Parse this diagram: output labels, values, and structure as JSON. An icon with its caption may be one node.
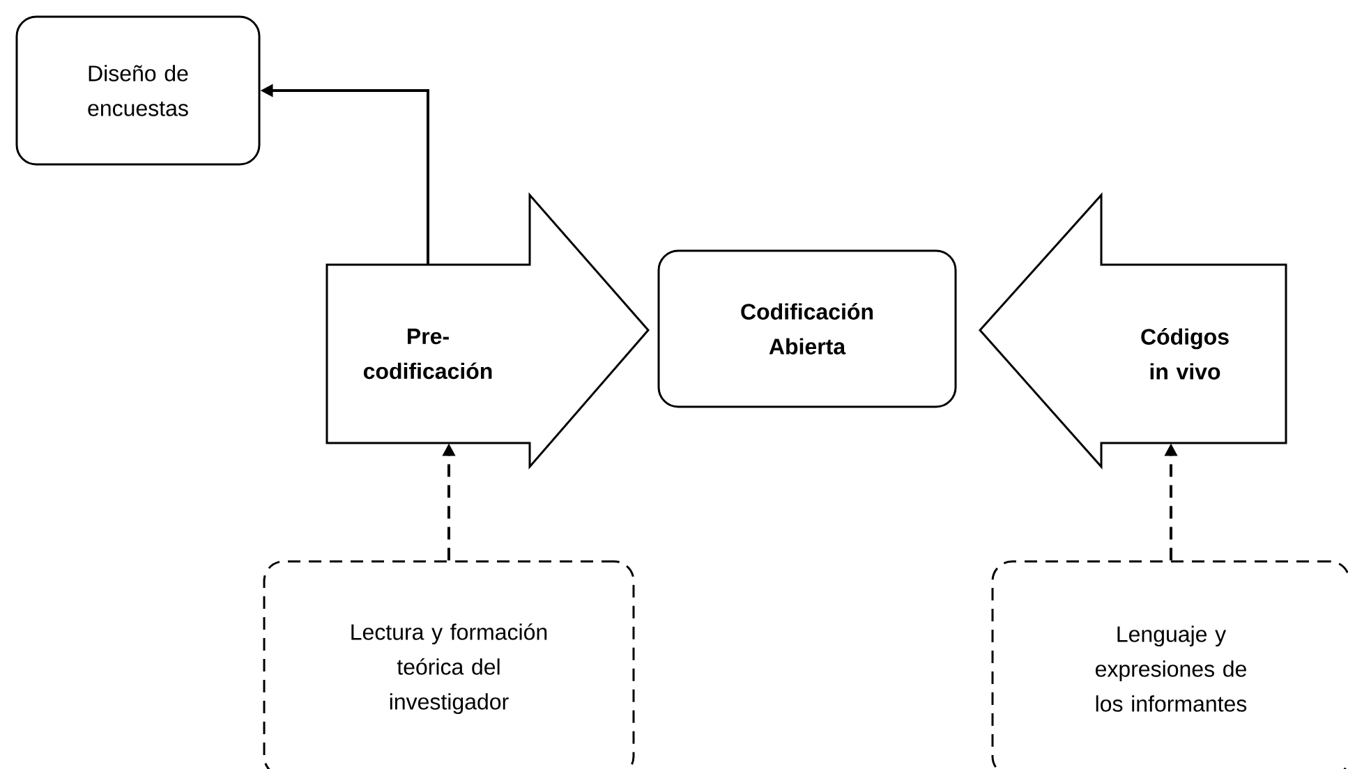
{
  "diagram": {
    "nodes": [
      {
        "text": [
          "Diseño de encuestas"
        ]
      },
      {
        "text": [
          "Pre-codificación"
        ]
      },
      {
        "text": [
          "Codificación Abierta"
        ]
      },
      {
        "text": [
          "Códigos in vivo"
        ]
      },
      {
        "text": [
          "Lectura y formación teórica del investigador"
        ]
      },
      {
        "text": [
          "Lenguaje y expresiones de los informantes"
        ]
      }
    ],
    "edges": [
      {
        "from": 1,
        "to": 0,
        "arrow": "to"
      },
      {
        "from": 4,
        "to": 1,
        "arrow": "to",
        "style": "dashed"
      },
      {
        "from": 5,
        "to": 3,
        "arrow": "to",
        "style": "dashed"
      }
    ]
  }
}
